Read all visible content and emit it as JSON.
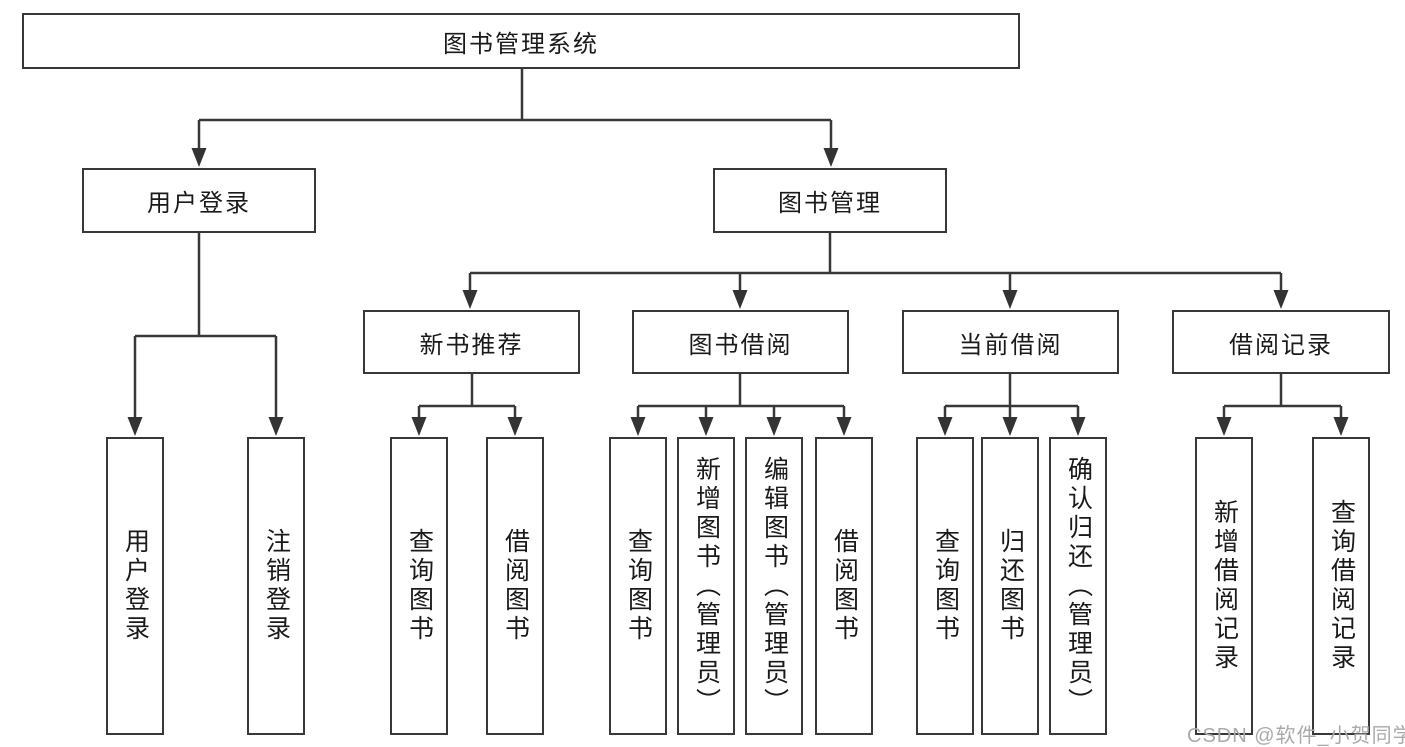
{
  "tree": {
    "root": {
      "label": "图书管理系统"
    },
    "user_login": {
      "label": "用户登录",
      "children": {
        "login": {
          "label": "用户登录"
        },
        "logout": {
          "label": "注销登录"
        }
      }
    },
    "book_mgmt": {
      "label": "图书管理",
      "children": {
        "new_book": {
          "label": "新书推荐",
          "children": {
            "query": {
              "label": "查询图书"
            },
            "borrow": {
              "label": "借阅图书"
            }
          }
        },
        "borrowing": {
          "label": "图书借阅",
          "children": {
            "query": {
              "label": "查询图书"
            },
            "add": {
              "label": "新增图书（管理员）"
            },
            "edit": {
              "label": "编辑图书（管理员）"
            },
            "borrow": {
              "label": "借阅图书"
            }
          }
        },
        "current": {
          "label": "当前借阅",
          "children": {
            "query": {
              "label": "查询图书"
            },
            "return": {
              "label": "归还图书"
            },
            "confirm": {
              "label": "确认归还（管理员）"
            }
          }
        },
        "records": {
          "label": "借阅记录",
          "children": {
            "add": {
              "label": "新增借阅记录"
            },
            "query": {
              "label": "查询借阅记录"
            }
          }
        }
      }
    }
  },
  "watermark": "CSDN @软件_小贺同学",
  "colors": {
    "line": "#383838",
    "text": "#1a1a1a",
    "watermark": "#aaaaaa",
    "background": "#ffffff"
  }
}
